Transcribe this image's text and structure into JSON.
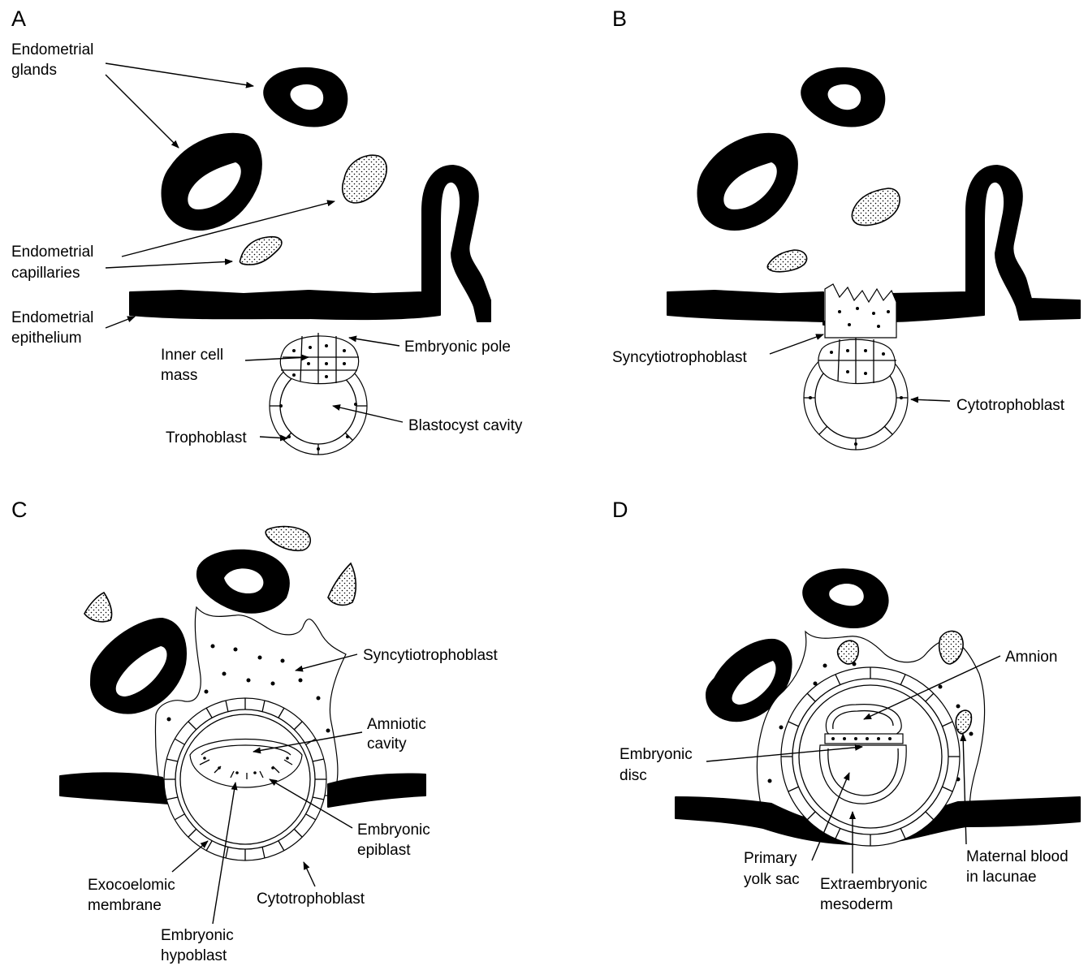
{
  "panels": {
    "A": {
      "letter": "A",
      "labels": {
        "glands": [
          "Endometrial",
          "glands"
        ],
        "capillaries": [
          "Endometrial",
          "capillaries"
        ],
        "epithelium": [
          "Endometrial",
          "epithelium"
        ],
        "inner_cell_mass": [
          "Inner cell",
          "mass"
        ],
        "embryonic_pole": "Embryonic pole",
        "blastocyst_cavity": "Blastocyst cavity",
        "trophoblast": "Trophoblast"
      }
    },
    "B": {
      "letter": "B",
      "labels": {
        "syncytiotrophoblast": "Syncytiotrophoblast",
        "cytotrophoblast": "Cytotrophoblast"
      }
    },
    "C": {
      "letter": "C",
      "labels": {
        "syncytiotrophoblast": "Syncytiotrophoblast",
        "amniotic_cavity": [
          "Amniotic",
          "cavity"
        ],
        "embryonic_epiblast": [
          "Embryonic",
          "epiblast"
        ],
        "exocoelomic_membrane": [
          "Exocoelomic",
          "membrane"
        ],
        "cytotrophoblast": "Cytotrophoblast",
        "embryonic_hypoblast": [
          "Embryonic",
          "hypoblast"
        ]
      }
    },
    "D": {
      "letter": "D",
      "labels": {
        "amnion": "Amnion",
        "embryonic_disc": [
          "Embryonic",
          "disc"
        ],
        "primary_yolk_sac": [
          "Primary",
          "yolk sac"
        ],
        "extraembryonic_mesoderm": [
          "Extraembryonic",
          "mesoderm"
        ],
        "maternal_blood": [
          "Maternal blood",
          "in lacunae"
        ]
      }
    }
  }
}
